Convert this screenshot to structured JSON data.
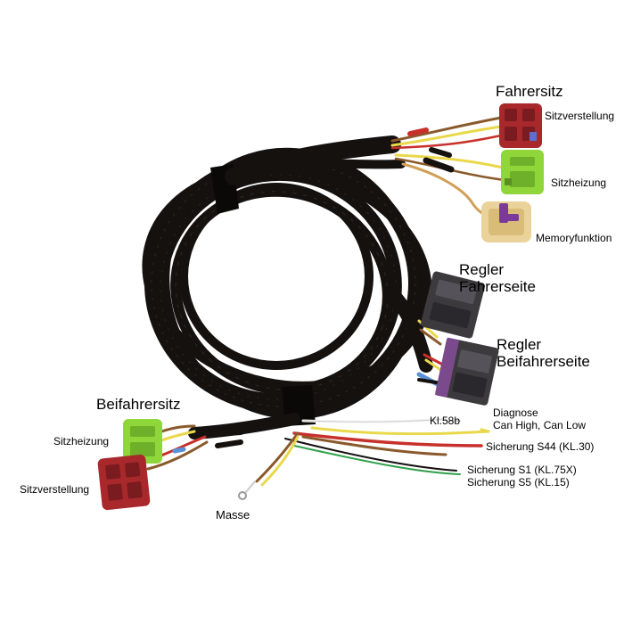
{
  "labels": {
    "fahrersitz": "Fahrersitz",
    "sitzverstellung_fahrer": "Sitzverstellung",
    "sitzheizung_fahrer": "Sitzheizung",
    "memoryfunktion": "Memoryfunktion",
    "regler_fahrerseite_1": "Regler",
    "regler_fahrerseite_2": "Fahrerseite",
    "regler_beifahrerseite_1": "Regler",
    "regler_beifahrerseite_2": "Beifahrerseite",
    "beifahrersitz": "Beifahrersitz",
    "sitzheizung_beifahrer": "Sitzheizung",
    "sitzverstellung_beifahrer": "Sitzverstellung",
    "masse": "Masse",
    "kl58b": "Kl.58b",
    "diagnose_1": "Diagnose",
    "diagnose_2": "Can High, Can Low",
    "sicherung_s44": "Sicherung S44 (KL.30)",
    "sicherung_s1": "Sicherung S1 (KL.75X)",
    "sicherung_s5": "Sicherung S5 (KL.15)"
  },
  "colors": {
    "cable_sheath": "#14110f",
    "connector_red": "#a8282c",
    "connector_green": "#8fd63a",
    "connector_beige": "#ead39a",
    "connector_dark": "#3d3a3e",
    "connector_purple": "#7b4a8c",
    "wire_yellow": "#e9d84a",
    "wire_brown": "#8a5a2c",
    "wire_red": "#c8302c"
  }
}
